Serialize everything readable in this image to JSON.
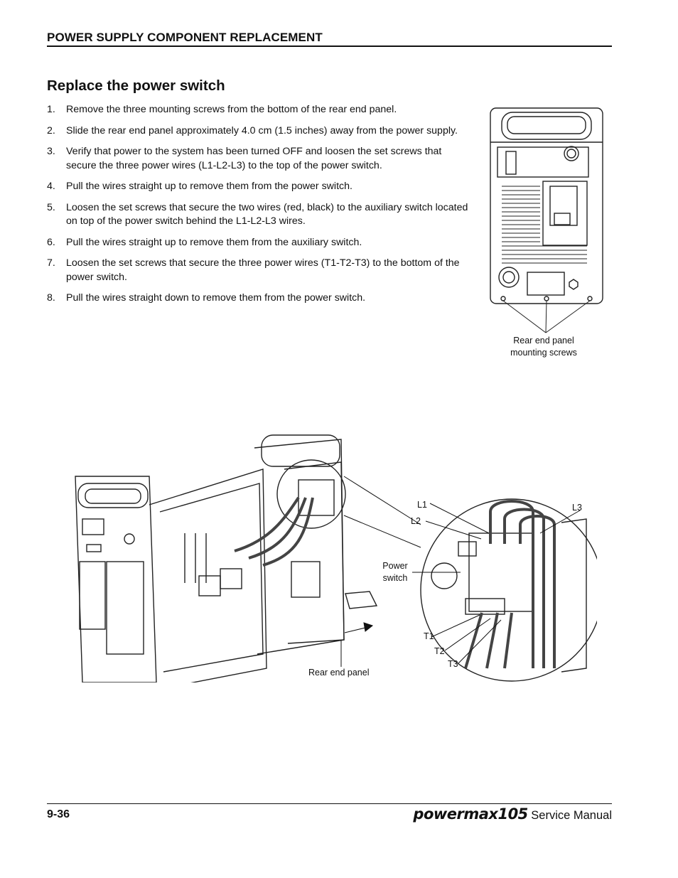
{
  "header": {
    "section": "POWER SUPPLY COMPONENT REPLACEMENT"
  },
  "title": "Replace the power switch",
  "steps": [
    {
      "num": "1.",
      "text": "Remove the three mounting screws from the bottom of the rear end panel."
    },
    {
      "num": "2.",
      "text": "Slide the rear end panel approximately 4.0 cm (1.5 inches) away from the power supply."
    },
    {
      "num": "3.",
      "text": "Verify that power to the system has been turned OFF and loosen the set screws that secure the three power wires (L1-L2-L3) to the top of the power switch."
    },
    {
      "num": "4.",
      "text": "Pull the wires straight up to remove them from the power switch."
    },
    {
      "num": "5.",
      "text": "Loosen the set screws that secure the two wires (red, black) to the auxiliary switch located on top of the power switch behind the L1-L2-L3 wires."
    },
    {
      "num": "6.",
      "text": "Pull the wires straight up to remove them from the auxiliary switch."
    },
    {
      "num": "7.",
      "text": "Loosen the set screws that secure the three power wires (T1-T2-T3) to the bottom of the power switch."
    },
    {
      "num": "8.",
      "text": "Pull the wires straight down to remove them from the power switch."
    }
  ],
  "figure1": {
    "label_line1": "Rear end panel",
    "label_line2": "mounting screws"
  },
  "figure2": {
    "rear_end_panel": "Rear end panel",
    "power_switch_line1": "Power",
    "power_switch_line2": "switch",
    "L1": "L1",
    "L2": "L2",
    "L3": "L3",
    "T1": "T1",
    "T2": "T2",
    "T3": "T3"
  },
  "footer": {
    "page": "9-36",
    "brand": "powermax105",
    "manual": "Service Manual"
  }
}
